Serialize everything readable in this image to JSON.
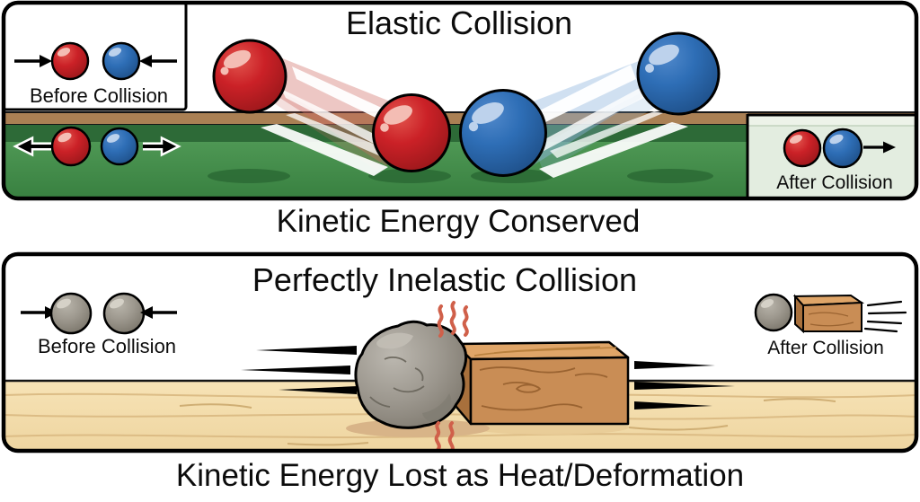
{
  "page": {
    "background": "#ffffff"
  },
  "elastic_panel": {
    "title": "Elastic Collision",
    "caption": "Kinetic Energy Conserved",
    "before_inset": {
      "label": "Before Collision",
      "balls": [
        "red",
        "blue"
      ],
      "arrows": [
        "right",
        "left"
      ]
    },
    "table_pair": {
      "balls": [
        "red",
        "blue"
      ],
      "arrows": [
        "left",
        "right"
      ]
    },
    "after_inset": {
      "label": "After Collision",
      "balls": [
        "red",
        "blue"
      ],
      "arrows": [
        "right"
      ]
    }
  },
  "inelastic_panel": {
    "title": "Perfectly Inelastic Collision",
    "caption": "Kinetic Energy Lost as Heat/Deformation",
    "before_group": {
      "label": "Before Collision",
      "balls": [
        "gray",
        "gray"
      ],
      "arrows": [
        "right",
        "left"
      ]
    },
    "main_scene": {
      "objects": [
        "rock",
        "wood-crate"
      ],
      "effects": [
        "speed-lines",
        "heat-waves"
      ]
    },
    "after_group": {
      "label": "After Collision",
      "objects": [
        "gray-ball",
        "wood-crate"
      ],
      "effects": [
        "speed-lines"
      ]
    }
  },
  "icons": {
    "arrow_right": "→",
    "arrow_left": "←",
    "heat_wave": "〜",
    "speed_lines": "≡"
  },
  "colors": {
    "outline": "#000000",
    "text": "#0c0c0c",
    "red_ball": "#cb2127",
    "blue_ball": "#2e6eb6",
    "gray_ball": "#9d988e",
    "table_green": "#459148",
    "table_green_dark": "#2d6a37",
    "table_rail_brown": "#aa8054",
    "after_inset_bg": "#e3ede0",
    "wood_floor": "#f5dfae",
    "wood_grain": "#dcbc85",
    "crate_front": "#c98d55",
    "crate_top": "#dfa568",
    "crate_side": "#a8703c",
    "heat_red": "#d0604a"
  }
}
